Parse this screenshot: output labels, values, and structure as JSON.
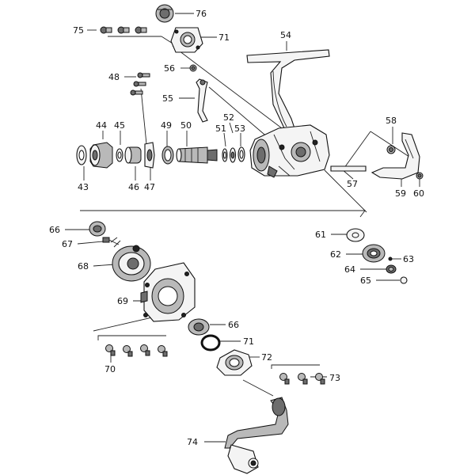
{
  "diagram": {
    "labels": [
      "76",
      "75",
      "71",
      "54",
      "56",
      "48",
      "55",
      "44",
      "45",
      "49",
      "50",
      "51",
      "52",
      "53",
      "58",
      "43",
      "46",
      "47",
      "57",
      "59",
      "60",
      "66",
      "67",
      "68",
      "61",
      "62",
      "63",
      "64",
      "65",
      "69",
      "66",
      "71",
      "72",
      "70",
      "73",
      "74"
    ]
  }
}
